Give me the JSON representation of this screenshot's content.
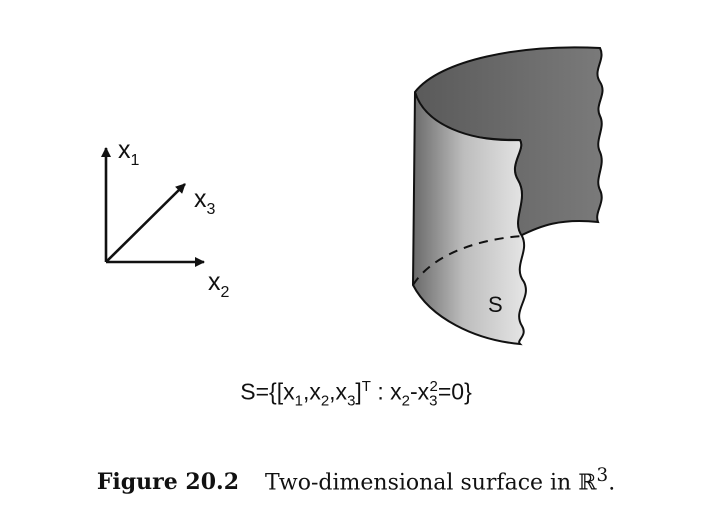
{
  "axes": {
    "x1": {
      "base": "x",
      "sub": "1"
    },
    "x2": {
      "base": "x",
      "sub": "2"
    },
    "x3": {
      "base": "x",
      "sub": "3"
    }
  },
  "surface_label": "S",
  "equation": {
    "lhs": "S={[x",
    "s1": "1",
    "c1": ",x",
    "s2": "2",
    "c2": ",x",
    "s3": "3",
    "c3": "]",
    "T": "T",
    "mid": " : x",
    "s4": "2",
    "minus": "-x",
    "s5": "3",
    "sq": "2",
    "rhs": "=0}"
  },
  "caption": {
    "label": "Figure 20.2",
    "text": "Two-dimensional surface in ℝ",
    "power": "3",
    "end": "."
  }
}
